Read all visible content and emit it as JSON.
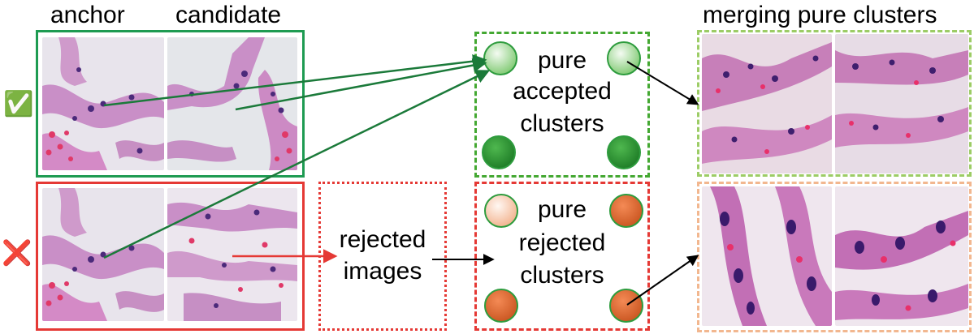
{
  "labels": {
    "anchor": "anchor",
    "candidate": "candidate",
    "merging": "merging pure clusters"
  },
  "accepted": {
    "mark": "✅",
    "cluster_text": [
      "pure",
      "accepted",
      "clusters"
    ]
  },
  "rejected": {
    "mark": "❌",
    "images_text": [
      "rejected",
      "images"
    ],
    "cluster_text": [
      "pure",
      "rejected",
      "clusters"
    ]
  },
  "colors": {
    "accepted_green": "#1e9b52",
    "accepted_dashed": "#44a832",
    "merge_accept_dashed": "#9ccc65",
    "rejected_red": "#e53935",
    "merge_reject_dashed": "#f2b78f",
    "arrow_green": "#1b7a3a",
    "arrow_red": "#e53935",
    "arrow_black": "#000000"
  }
}
